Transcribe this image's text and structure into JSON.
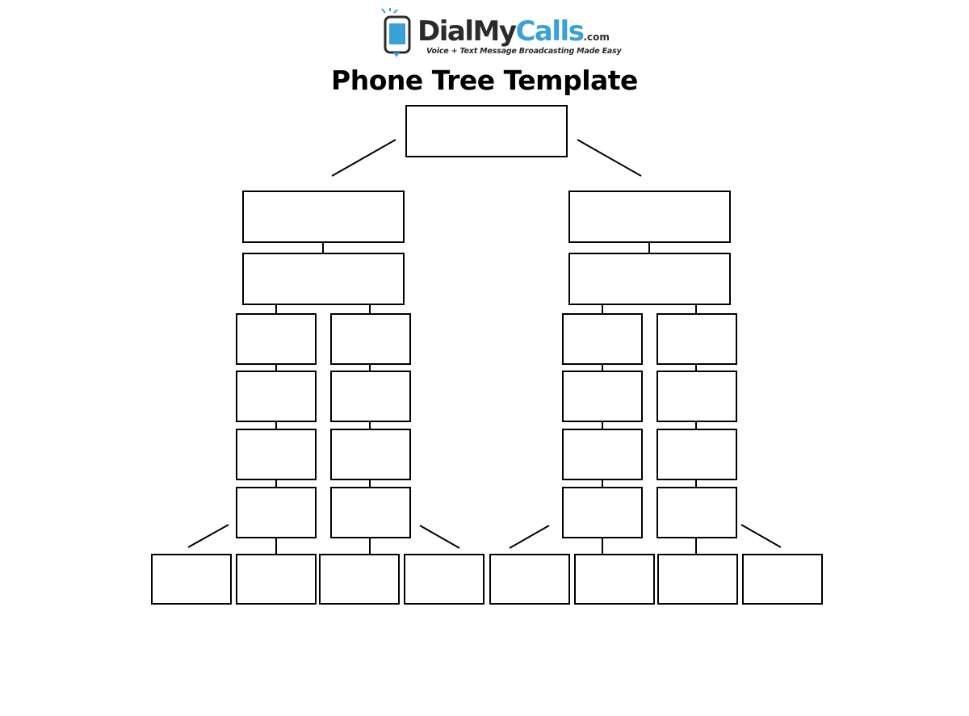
{
  "logo": {
    "brand_part1": "Dial",
    "brand_part2": "My",
    "brand_part3": "Calls",
    "brand_suffix": ".com",
    "tagline": "Voice + Text Message Broadcasting Made Easy",
    "brand_color": "#3aa0d8",
    "icon": "phone-icon"
  },
  "title": "Phone Tree Template"
}
